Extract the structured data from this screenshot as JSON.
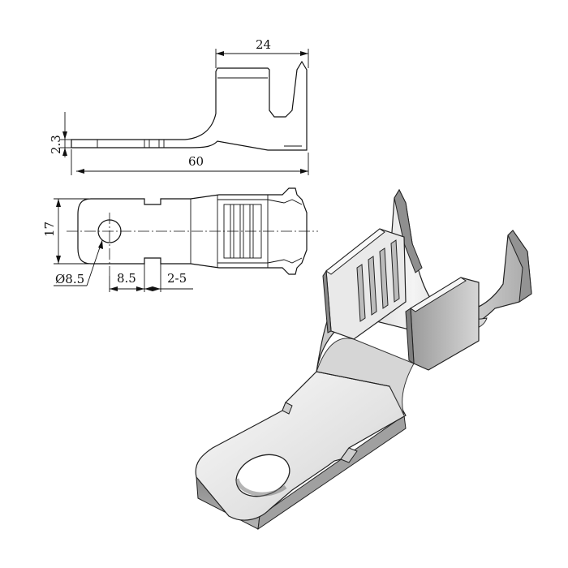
{
  "drawing": {
    "side_view": {
      "thickness_label": "2.3",
      "height_label": "24",
      "length_label": "60"
    },
    "top_view": {
      "width_label": "17",
      "hole_label": "Ø8.5",
      "hole_offset_label": "8.5",
      "notch_label": "2-5"
    },
    "colors": {
      "line": "#111111",
      "part_light": "#e6e6e6",
      "part_mid": "#bdbdbd",
      "part_dark": "#8e8e8e"
    }
  }
}
